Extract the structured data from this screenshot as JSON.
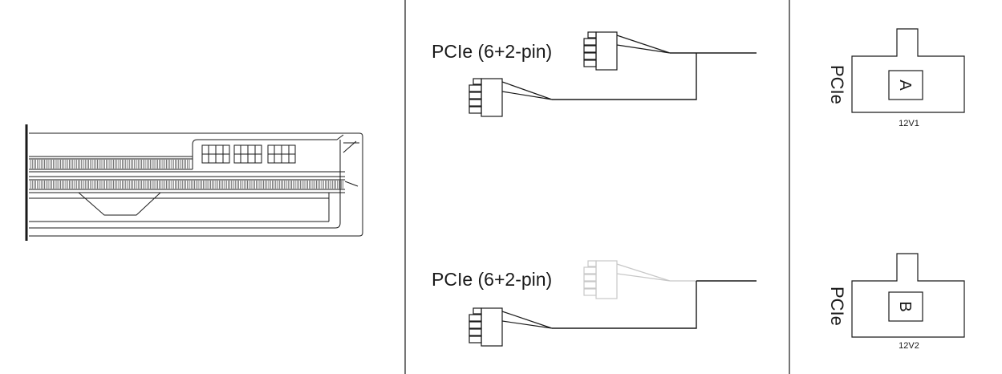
{
  "colors": {
    "line": "#1a1a1a",
    "faded": "#c8c8c8",
    "background": "#ffffff"
  },
  "cables": [
    {
      "label": "PCIe (6+2-pin)",
      "upper_connector_faded": false
    },
    {
      "label": "PCIe (6+2-pin)",
      "upper_connector_faded": true
    }
  ],
  "psu_ports": [
    {
      "side_label": "PCIe",
      "letter": "A",
      "rail": "12V1"
    },
    {
      "side_label": "PCIe",
      "letter": "B",
      "rail": "12V2"
    }
  ]
}
